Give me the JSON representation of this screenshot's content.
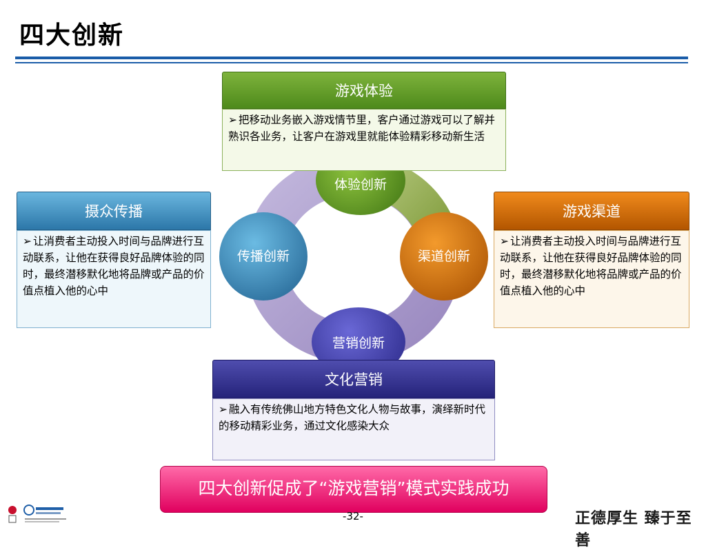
{
  "slide": {
    "title": "四大创新",
    "page_number": "-32-",
    "slogan": "正德厚生 臻于至善",
    "bullet_glyph": "➢"
  },
  "boxes": {
    "top": {
      "title": "游戏体验",
      "text": "把移动业务嵌入游戏情节里，客户通过游戏可以了解并熟识各业务，让客户在游戏里就能体验精彩移动新生活"
    },
    "left": {
      "title": "摄众传播",
      "text": "让消费者主动投入时间与品牌进行互动联系，让他在获得良好品牌体验的同时，最终潜移默化地将品牌或产品的价值点植入他的心中"
    },
    "right": {
      "title": "游戏渠道",
      "text": "让消费者主动投入时间与品牌进行互动联系，让他在获得良好品牌体验的同时，最终潜移默化地将品牌或产品的价值点植入他的心中"
    },
    "bottom": {
      "title": "文化营销",
      "text": "融入有传统佛山地方特色文化人物与故事，演绎新时代的移动精彩业务，通过文化感染大众"
    }
  },
  "circles": {
    "top": "体验创新",
    "left": "传播创新",
    "right": "渠道创新",
    "bottom": "营销创新"
  },
  "banner": "四大创新促成了“游戏营销”模式实践成功",
  "colors": {
    "rule": "#1a5ca8",
    "green": "#5a9a24",
    "blue": "#2c77a9",
    "orange": "#c86400",
    "indigo": "#2d2b85",
    "pink": "#e8106c",
    "ring": "#b1a3cf"
  }
}
